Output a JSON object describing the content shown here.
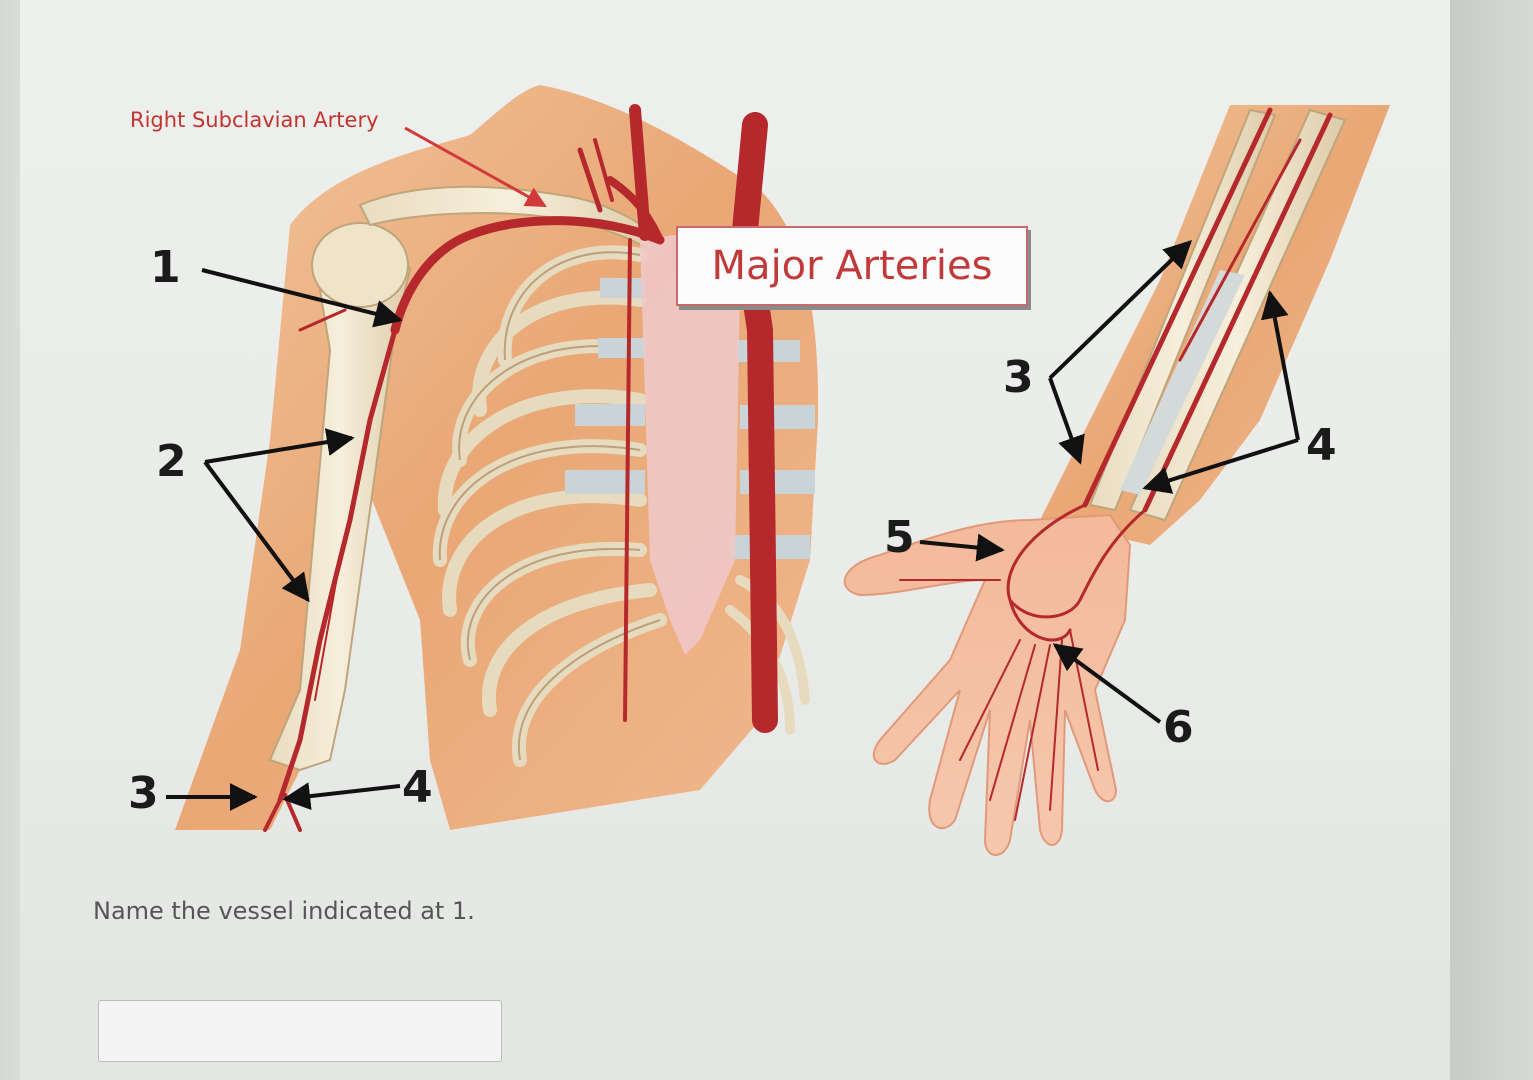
{
  "figure": {
    "title": "Major Arteries",
    "subclavian_label": "Right Subclavian Artery",
    "left_labels": {
      "n1": "1",
      "n2": "2",
      "n3": "3",
      "n4": "4"
    },
    "right_labels": {
      "n3": "3",
      "n4": "4",
      "n5": "5",
      "n6": "6"
    },
    "artery_color": "#b5282c"
  },
  "question": {
    "text": "Name the vessel indicated at 1.",
    "answer_value": "",
    "answer_placeholder": ""
  }
}
